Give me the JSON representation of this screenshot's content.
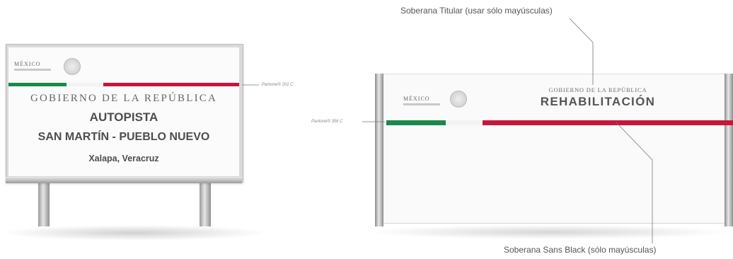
{
  "left_sign": {
    "logo_text": "MÉXICO",
    "government_line": "GOBIERNO DE LA REPÚBLICA",
    "title_line1": "AUTOPISTA",
    "title_line2": "SAN MARTÍN - PUEBLO NUEVO",
    "location": "Xalapa, Veracruz",
    "red_color_note": "Pantone® 201 C"
  },
  "right_sign": {
    "logo_text": "MÉXICO",
    "government_line": "GOBIERNO DE LA REPÚBLICA",
    "title": "REHABILITACIÓN",
    "green_color_note": "Pantone® 356 C"
  },
  "annotations": {
    "top_label": "Soberana Titular (usar sólo mayúsculas)",
    "bottom_label": "Soberana Sans Black (sólo mayúsculas)"
  },
  "colors": {
    "green": "#1a8a4a",
    "red": "#c8163b"
  }
}
